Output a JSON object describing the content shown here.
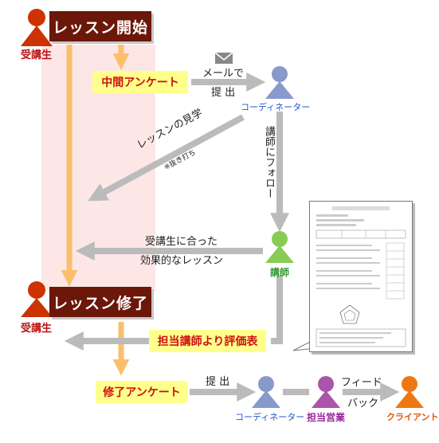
{
  "diagram": {
    "lesson_start": "レッスン開始",
    "lesson_end": "レッスン修了",
    "student_top": "受講生",
    "student_mid": "受講生",
    "mid_survey": "中間アンケート",
    "mail_submit_line1": "メールで",
    "mail_submit_line2": "提 出",
    "coordinator_top": "コーディネーター",
    "lesson_observation": "レッスンの見学",
    "observation_note": "※抜き打ち",
    "follow_instructor": "講師にフォロー",
    "instructor": "講師",
    "effective_lesson_line1": "受講生に合った",
    "effective_lesson_line2": "効果的なレッスン",
    "evaluation_sheet": "担当講師より評価表",
    "completion_survey": "修了アンケート",
    "submit": "提 出",
    "coordinator_bottom": "コーディネーター",
    "sales_rep": "担当営業",
    "feedback_line1": "フィード",
    "feedback_line2": "バック",
    "client": "クライアント"
  },
  "colors": {
    "badge": "#6b1709",
    "student_figure": "#cc3300",
    "coordinator_figure": "#8899cc",
    "instructor_figure": "#88cc55",
    "sales_figure": "#aa55aa",
    "client_figure": "#ee7711",
    "arrow_gray": "#bbbbbb",
    "arrow_orange": "#fbbf6b",
    "highlight_pink": "#fde6e6",
    "yellow_box": "#ffff8c"
  }
}
